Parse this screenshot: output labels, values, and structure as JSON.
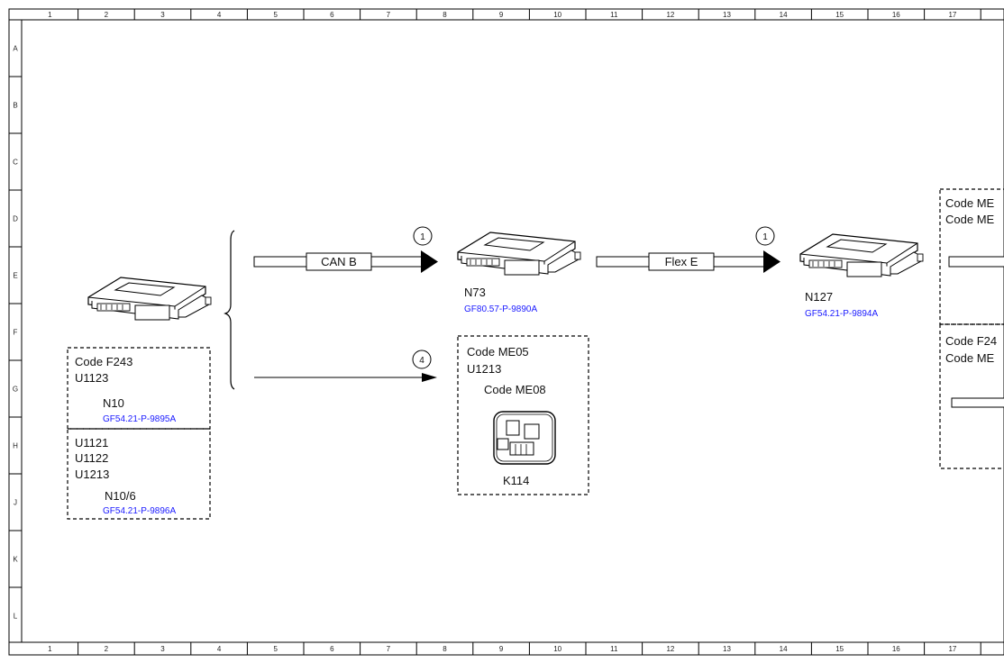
{
  "grid": {
    "columns": [
      "1",
      "2",
      "3",
      "4",
      "5",
      "6",
      "7",
      "8",
      "9",
      "10",
      "11",
      "12",
      "13",
      "14",
      "15",
      "16",
      "17"
    ],
    "rows": [
      "A",
      "B",
      "C",
      "D",
      "E",
      "F",
      "G",
      "H",
      "J",
      "K",
      "L"
    ]
  },
  "ecu_left": {
    "group1": {
      "code": "Code F243",
      "line2": "U1123",
      "name": "N10",
      "ref": "GF54.21-P-9895A"
    },
    "group2": {
      "lines": [
        "U1121",
        "U1122",
        "U1213"
      ],
      "name": "N10/6",
      "ref": "GF54.21-P-9896A"
    }
  },
  "bus_top": {
    "label": "CAN B",
    "marker": "1"
  },
  "bus_bottom": {
    "marker": "4"
  },
  "n73": {
    "name": "N73",
    "ref": "GF80.57-P-9890A"
  },
  "k114_box": {
    "code1": "Code ME05",
    "line2": "U1213",
    "code2": "Code ME08",
    "name": "K114"
  },
  "bus_flex": {
    "label": "Flex E",
    "marker": "1"
  },
  "n127": {
    "name": "N127",
    "ref": "GF54.21-P-9894A"
  },
  "right_box_top": {
    "line1": "Code ME",
    "line2": "Code ME"
  },
  "right_box_bottom": {
    "line1": "Code F24",
    "line2": "Code ME"
  }
}
